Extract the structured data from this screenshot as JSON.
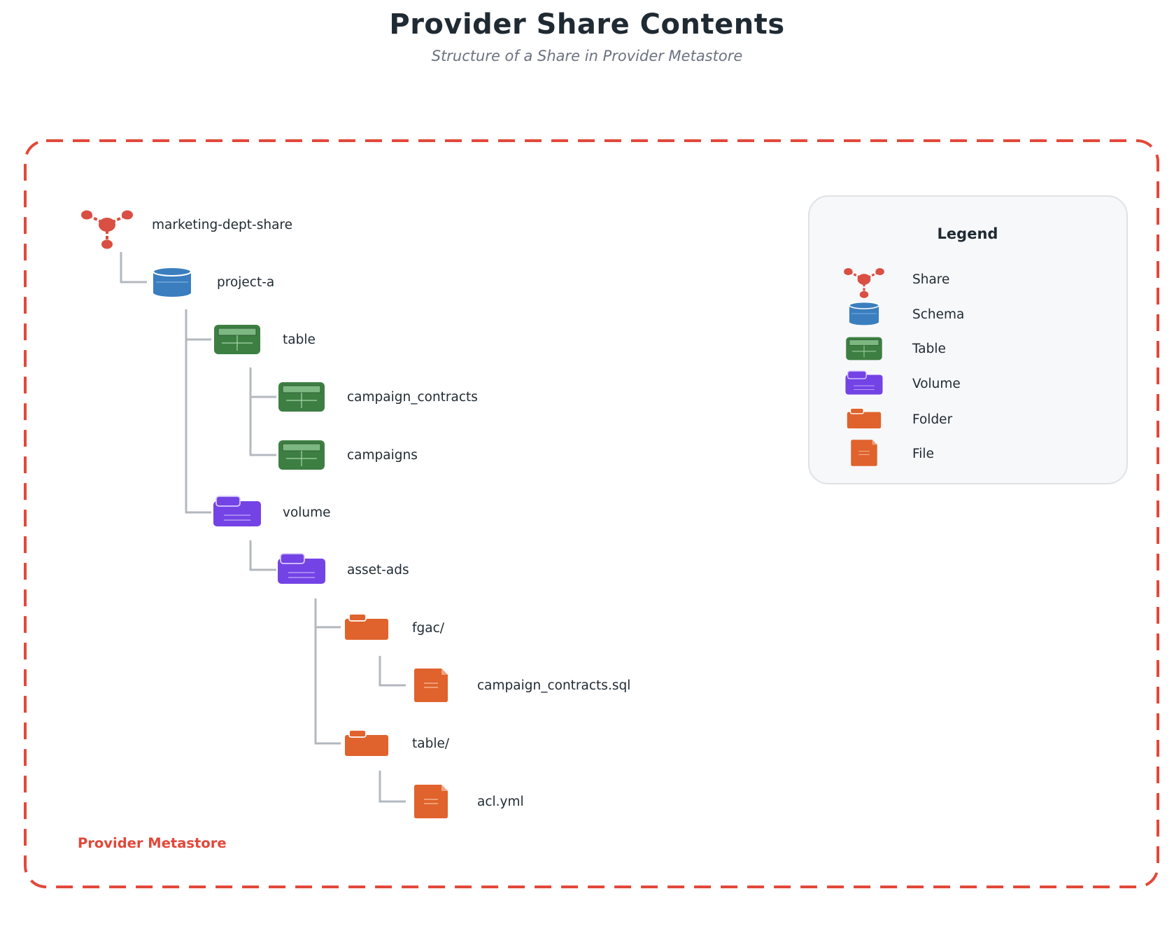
{
  "title": "Provider Share Contents",
  "subtitle": "Structure of a Share in Provider Metastore",
  "container_label": "Provider Metastore",
  "colors": {
    "container": "#e2483a",
    "connector": "#b3b8bf",
    "share": "#d94f43",
    "schema": "#3a7ebf",
    "table": "#3d7f42",
    "volume": "#7443e6",
    "folder": "#e0622c",
    "file": "#e0622c"
  },
  "tree": [
    {
      "type": "share",
      "label": "marketing-dept-share"
    },
    {
      "type": "schema",
      "label": "project-a"
    },
    {
      "type": "table",
      "label": "table"
    },
    {
      "type": "table",
      "label": "campaign_contracts"
    },
    {
      "type": "table",
      "label": "campaigns"
    },
    {
      "type": "volume",
      "label": "volume"
    },
    {
      "type": "volume",
      "label": "asset-ads"
    },
    {
      "type": "folder",
      "label": "fgac/"
    },
    {
      "type": "file",
      "label": "campaign_contracts.sql"
    },
    {
      "type": "folder",
      "label": "table/"
    },
    {
      "type": "file",
      "label": "acl.yml"
    }
  ],
  "legend": {
    "title": "Legend",
    "items": [
      {
        "type": "share",
        "label": "Share"
      },
      {
        "type": "schema",
        "label": "Schema"
      },
      {
        "type": "table",
        "label": "Table"
      },
      {
        "type": "volume",
        "label": "Volume"
      },
      {
        "type": "folder",
        "label": "Folder"
      },
      {
        "type": "file",
        "label": "File"
      }
    ]
  }
}
